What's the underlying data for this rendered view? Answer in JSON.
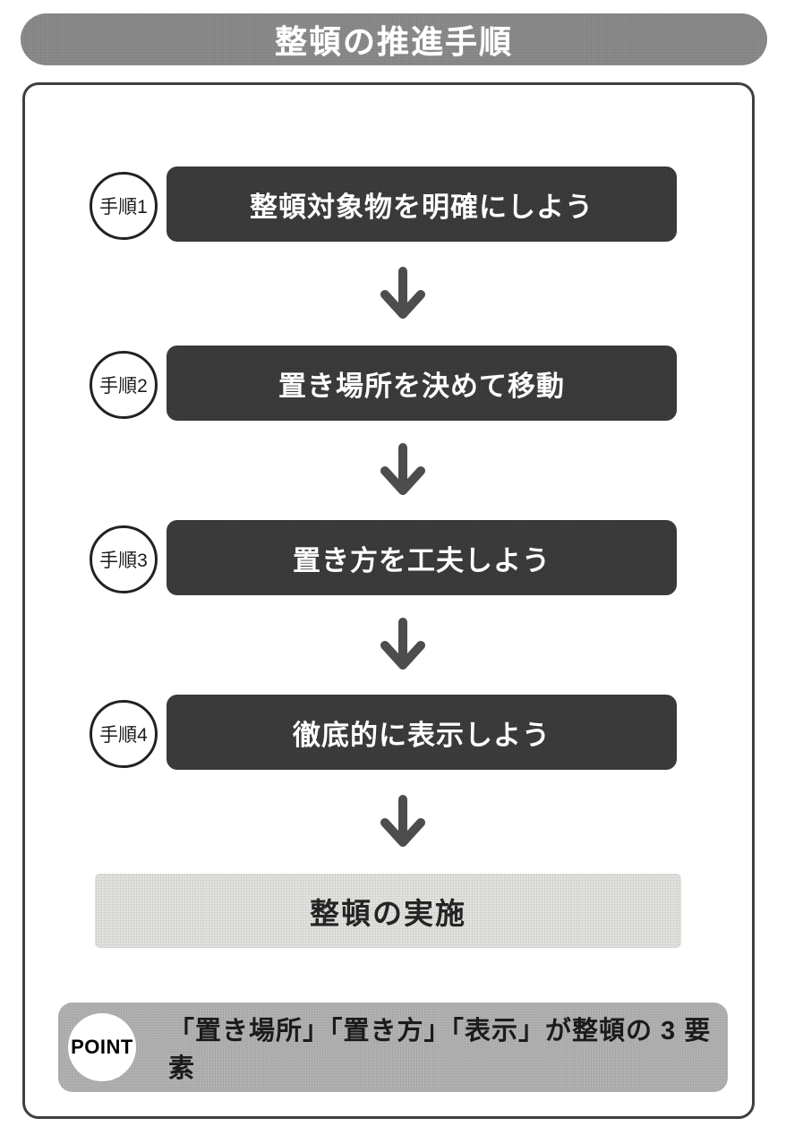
{
  "title": "整頓の推進手順",
  "steps": [
    {
      "label": "手順1",
      "text": "整頓対象物を明確にしよう"
    },
    {
      "label": "手順2",
      "text": "置き場所を決めて移動"
    },
    {
      "label": "手順3",
      "text": "置き方を工夫しよう"
    },
    {
      "label": "手順4",
      "text": "徹底的に表示しよう"
    }
  ],
  "result": {
    "text": "整頓の実施"
  },
  "point": {
    "badge": "POINT",
    "text": "「置き場所」「置き方」「表示」が整頓の 3 要素"
  },
  "icons": {
    "arrow": "down-arrow-icon"
  },
  "colors": {
    "title_bar": "#8c8c8c",
    "step_box": "#3c3c3c",
    "result_box": "#e4e4e1",
    "point_bar": "#b4b4b4",
    "arrow": "#4d4d4d"
  }
}
